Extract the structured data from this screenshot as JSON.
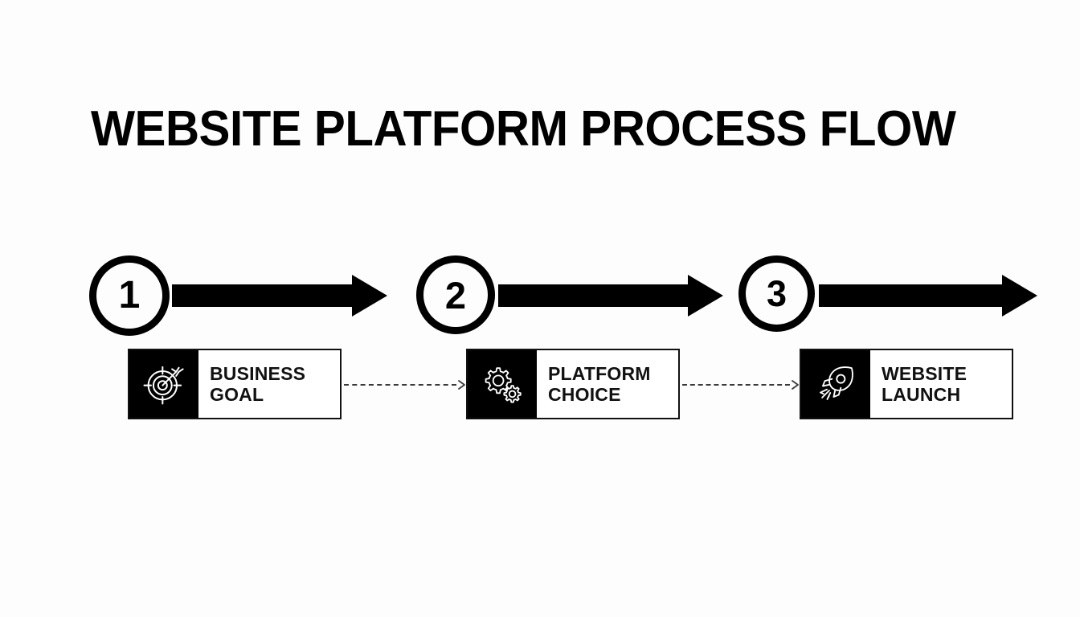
{
  "page": {
    "title": "WEBSITE PLATFORM PROCESS FLOW",
    "background_color": "#fdfdfd",
    "ink_color": "#000000"
  },
  "flow": {
    "type": "linear-process-flow",
    "step_count": 3,
    "steps": [
      {
        "number": "1",
        "icon": "target-icon",
        "label_line1": "BUSINESS",
        "label_line2": "GOAL"
      },
      {
        "number": "2",
        "icon": "gears-icon",
        "label_line1": "PLATFORM",
        "label_line2": "CHOICE"
      },
      {
        "number": "3",
        "icon": "rocket-icon",
        "label_line1": "WEBSITE",
        "label_line2": "LAUNCH"
      }
    ],
    "connectors": {
      "primary": "solid-right-arrow",
      "secondary": "dashed-right-arrow"
    }
  }
}
